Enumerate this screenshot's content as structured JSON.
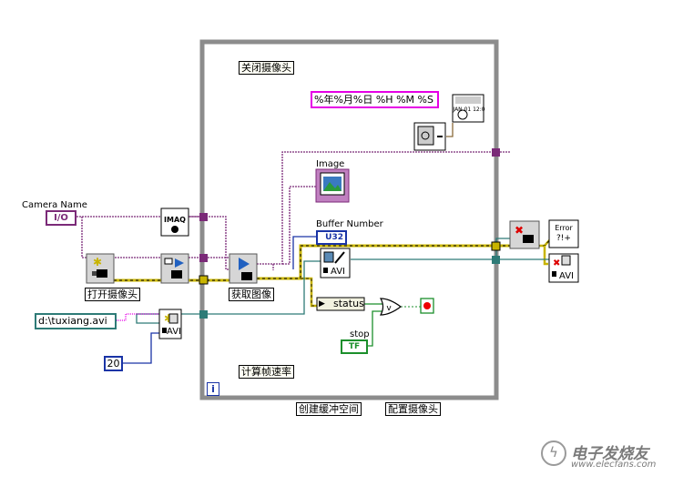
{
  "loop": {
    "label_close_camera": "关闭摄像头",
    "label_frame_rate": "计算帧速率",
    "iteration_terminal": "i"
  },
  "format_string": "%年%月%日 %H %M %S",
  "controls": {
    "camera_name_label": "Camera Name",
    "camera_name_value": "I/O",
    "file_path": "d:\\tuxiang.avi",
    "buffer_count": "20",
    "stop_label": "stop",
    "stop_value": "TF"
  },
  "indicators": {
    "image_label": "Image",
    "buffer_number_label": "Buffer Number",
    "buffer_number_type": "U32"
  },
  "nodes": {
    "imaq_label": "IMAQ",
    "status_label": "status",
    "avi_label": "AVI",
    "error_label": "Error",
    "date_icon_text": "JAN 01 12:0"
  },
  "captions": {
    "open_camera": "打开摄像头",
    "acquire_image": "获取图像",
    "create_buffer": "创建缓冲空间",
    "config_camera": "配置摄像头"
  },
  "watermark": {
    "cn": "电子发烧友",
    "url": "www.elecfans.com"
  },
  "colors": {
    "loop_border": "#8c8c8c",
    "image_wire": "#7b2a78",
    "error_wire": "#c8b400",
    "ref_wire": "#2e7b77",
    "string_wire": "#e600e6",
    "numeric_wire": "#1a34a6",
    "bool_wire": "#1b8f2b"
  }
}
